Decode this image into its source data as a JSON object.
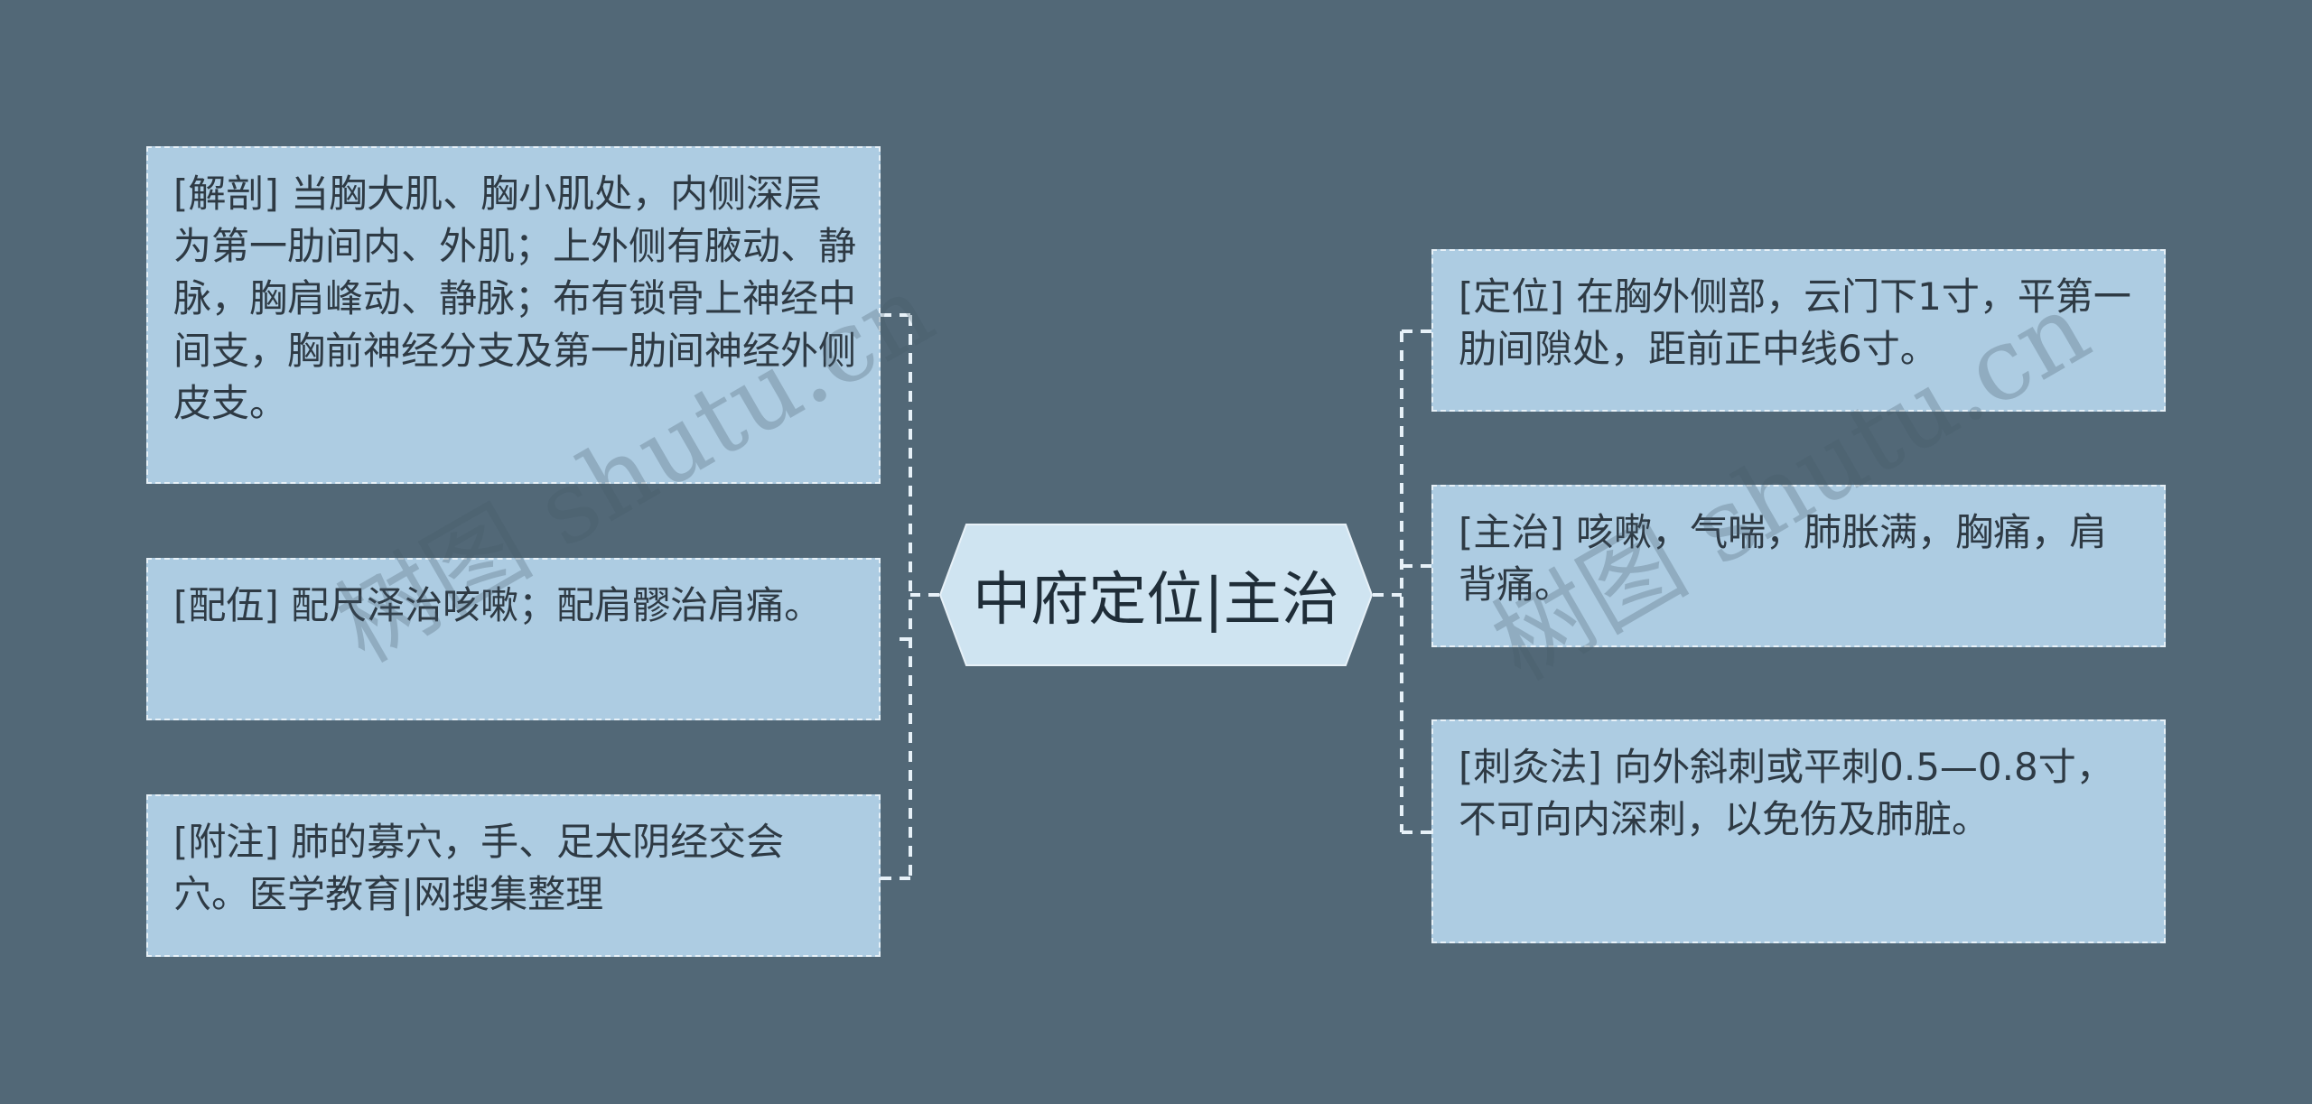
{
  "center": {
    "title": "中府定位|主治"
  },
  "left_nodes": [
    {
      "text": "[解剖] 当胸大肌、胸小肌处，内侧深层为第一肋间内、外肌；上外侧有腋动、静脉，胸肩峰动、静脉；布有锁骨上神经中间支，胸前神经分支及第一肋间神经外侧皮支。"
    },
    {
      "text": "[配伍] 配尺泽治咳嗽；配肩髎治肩痛。"
    },
    {
      "text": "[附注] 肺的募穴，手、足太阴经交会穴。医学教育|网搜集整理"
    }
  ],
  "right_nodes": [
    {
      "text": "[定位] 在胸外侧部，云门下1寸，平第一肋间隙处，距前正中线6寸。"
    },
    {
      "text": "[主治] 咳嗽，气喘，肺胀满，胸痛，肩背痛。"
    },
    {
      "text": "[刺灸法] 向外斜刺或平刺0.5—0.8寸，不可向内深刺，以免伤及肺脏。"
    }
  ],
  "watermark": "树图 shutu.cn",
  "colors": {
    "background": "#526877",
    "node_fill": "#adcce2",
    "center_fill": "#cfe4f1",
    "connector": "#e7f1f8"
  }
}
